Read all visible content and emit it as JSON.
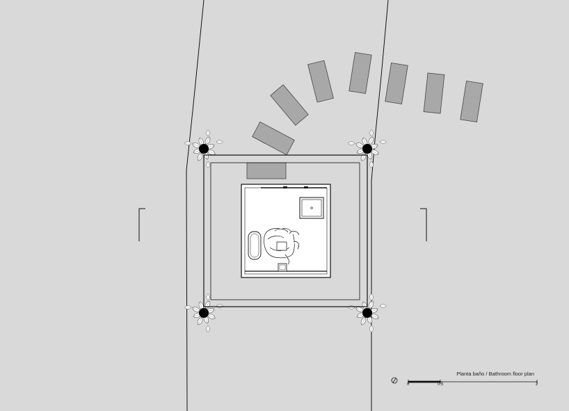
{
  "plan": {
    "caption": "Planta baño / Bathroom floor plan",
    "scale": {
      "ticks": [
        "0",
        "0.5",
        "2"
      ]
    }
  },
  "colors": {
    "background": "#d9d9d9",
    "stone": "#a8a8a8",
    "room_fill": "#ffffff",
    "line": "#111111"
  }
}
